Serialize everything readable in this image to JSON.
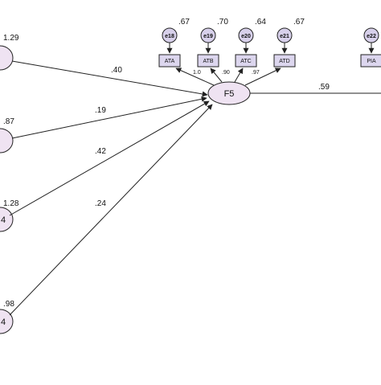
{
  "colors": {
    "latent_fill": "#efe3f2",
    "observed_fill": "#dcd6ee",
    "error_fill": "#d7d0ea",
    "stroke": "#222222",
    "background": "#ffffff"
  },
  "latent_factor": {
    "label": "F5"
  },
  "exogenous": [
    {
      "label": "",
      "variance": "1.29",
      "path": ".40"
    },
    {
      "label": "",
      "variance": ".87",
      "path": ".19"
    },
    {
      "label": "4",
      "variance": "1.28",
      "path": ".42"
    },
    {
      "label": "4",
      "variance": ".98",
      "path": ".24"
    }
  ],
  "indicators": [
    {
      "label": "ATA",
      "error": "e18",
      "error_variance": ".67",
      "loading": "1.0"
    },
    {
      "label": "ATB",
      "error": "e19",
      "error_variance": ".70",
      "loading": ".90"
    },
    {
      "label": "ATC",
      "error": "e20",
      "error_variance": ".64",
      "loading": ".97"
    },
    {
      "label": "ATD",
      "error": "e21",
      "error_variance": ".67",
      "loading": ""
    }
  ],
  "outcome_indicator": {
    "label": "PIA",
    "error": "e22"
  },
  "outcome_path": ".59"
}
